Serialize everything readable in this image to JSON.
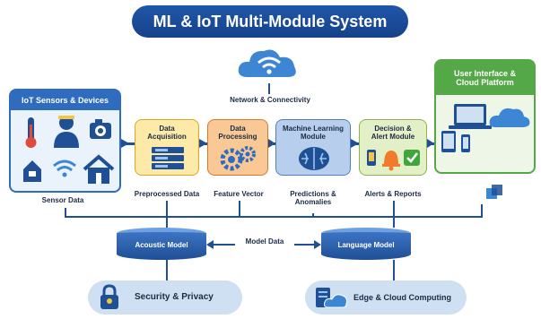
{
  "title": "ML & IoT Multi-Module System",
  "network": {
    "label": "Network & Connectivity"
  },
  "iot": {
    "title": "IoT Sensors & Devices",
    "caption": "Sensor Data"
  },
  "modules": [
    {
      "title": "Data\nAcquisition",
      "caption": "Preprocessed Data"
    },
    {
      "title": "Data\nProcessing",
      "caption": "Feature Vector"
    },
    {
      "title": "Machine Learning\nModule",
      "caption": "Predictions &\nAnomalies"
    },
    {
      "title": "Decision &\nAlert Module",
      "caption": "Alerts & Reports"
    }
  ],
  "ui": {
    "title": "User Interface &\nCloud Platform"
  },
  "models": {
    "acoustic": "Acoustic Model",
    "language": "Language Model",
    "link_label": "Model Data"
  },
  "bottom": {
    "security": "Security & Privacy",
    "edge": "Edge & Cloud Computing"
  },
  "colors": {
    "navy": "#1f4f95",
    "iot_card": "#2f6cc0",
    "acq_card": "#f3c640",
    "proc_card": "#f3a258",
    "ml_card": "#86abd8",
    "alert_card": "#cfe3a6",
    "ui_card": "#55a848",
    "bottom_card": "#cfe0f2"
  },
  "icons": [
    "wifi-cloud-icon",
    "thermometer-icon",
    "worker-icon",
    "camera-icon",
    "house-sensor-icon",
    "wifi-icon",
    "home-icon",
    "server-icon",
    "gears-icon",
    "brain-icon",
    "bell-icon",
    "check-icon",
    "laptop-icon",
    "tablet-icon",
    "phone-icon",
    "cloud-icon",
    "windows-icon",
    "lock-icon",
    "cloud-server-icon"
  ]
}
